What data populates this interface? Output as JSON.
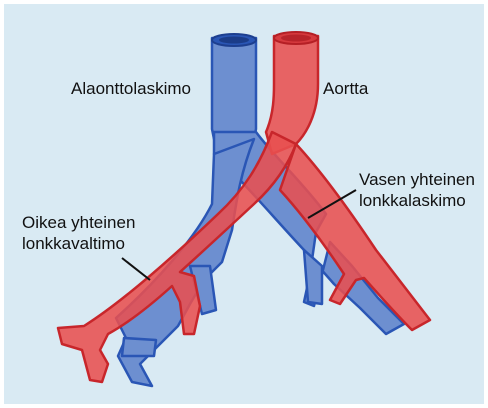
{
  "labels": {
    "inferior_vena_cava": "Alaonttolaskimo",
    "aorta": "Aortta",
    "left_common_iliac_vein_line1": "Vasen yhteinen",
    "left_common_iliac_vein_line2": "lonkkalaskimo",
    "right_common_iliac_artery_line1": "Oikea yhteinen",
    "right_common_iliac_artery_line2": "lonkkavaltimo"
  },
  "colors": {
    "background": "#d9eaf3",
    "vein_fill": "#6d8fd0",
    "vein_stroke": "#2a56b5",
    "artery_fill": "#e85050",
    "artery_stroke": "#c8262b",
    "label_text": "#111111"
  }
}
